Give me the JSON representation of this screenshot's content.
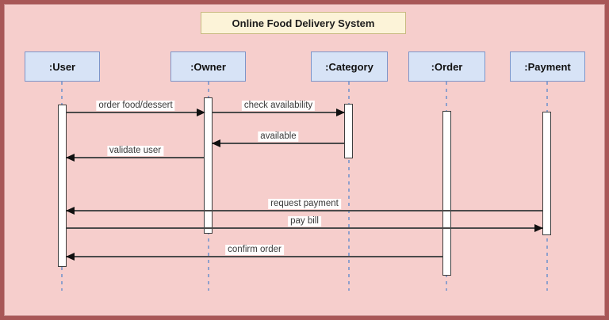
{
  "diagram": {
    "title": "Online Food Delivery System",
    "actors": [
      {
        "label": ":User"
      },
      {
        "label": ":Owner"
      },
      {
        "label": ":Category"
      },
      {
        "label": ":Order"
      },
      {
        "label": ":Payment"
      }
    ],
    "messages": [
      {
        "label": "order food/dessert",
        "from": ":User",
        "to": ":Owner"
      },
      {
        "label": "check availability",
        "from": ":Owner",
        "to": ":Category"
      },
      {
        "label": "available",
        "from": ":Category",
        "to": ":Owner"
      },
      {
        "label": "validate user",
        "from": ":Owner",
        "to": ":User"
      },
      {
        "label": "request payment",
        "from": ":Payment",
        "to": ":User"
      },
      {
        "label": "pay bill",
        "from": ":User",
        "to": ":Payment"
      },
      {
        "label": "confirm order",
        "from": ":Order",
        "to": ":User"
      }
    ],
    "colors": {
      "background": "#f6cecc",
      "frame_border": "#a85757",
      "actor_fill": "#d7e3f6",
      "actor_border": "#7d95c9",
      "title_fill": "#fcf3d8",
      "title_border": "#c9ba82",
      "lifeline": "#8fa0cc",
      "message_line": "#4a4a4a"
    }
  }
}
